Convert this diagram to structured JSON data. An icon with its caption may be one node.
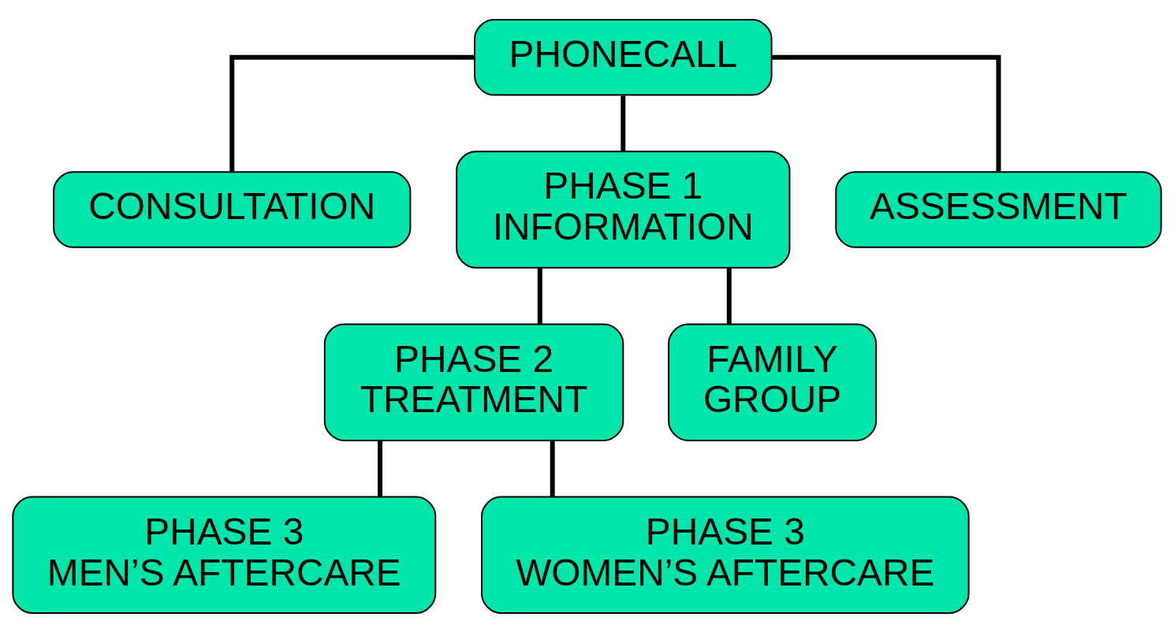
{
  "diagram": {
    "nodes": [
      {
        "text": [
          "PHONECALL"
        ]
      },
      {
        "text": [
          "CONSULTATION"
        ]
      },
      {
        "text": [
          "PHASE 1 INFORMATION"
        ]
      },
      {
        "text": [
          "ASSESSMENT"
        ]
      },
      {
        "text": [
          "PHASE 2 TREATMENT"
        ]
      },
      {
        "text": [
          "FAMILY GROUP"
        ]
      },
      {
        "text": [
          "PHASE 3 MEN’S AFTERCARE"
        ]
      },
      {
        "text": [
          "PHASE 3 WOMEN’S AFTERCARE"
        ]
      }
    ],
    "edges": [
      {
        "from": 0,
        "to": 1,
        "arrow": "none"
      },
      {
        "from": 0,
        "to": 2,
        "arrow": "none"
      },
      {
        "from": 0,
        "to": 3,
        "arrow": "none"
      },
      {
        "from": 2,
        "to": 4,
        "arrow": "none"
      },
      {
        "from": 2,
        "to": 5,
        "arrow": "none"
      },
      {
        "from": 4,
        "to": 6,
        "arrow": "none"
      },
      {
        "from": 4,
        "to": 7,
        "arrow": "none"
      }
    ]
  }
}
